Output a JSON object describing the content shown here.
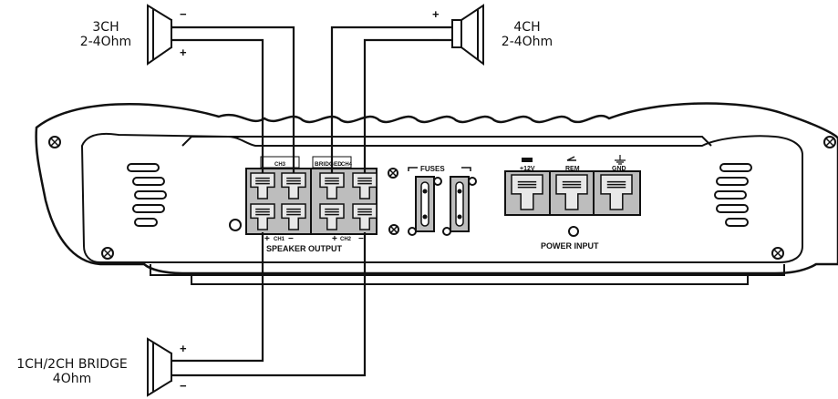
{
  "speakers": {
    "ch3": {
      "name": "3CH",
      "impedance": "2-4Ohm",
      "pos_sign": "+",
      "neg_sign": "−"
    },
    "ch4": {
      "name": "4CH",
      "impedance": "2-4Ohm",
      "pos_sign": "+",
      "neg_sign": "−"
    },
    "bridge": {
      "name": "1CH/2CH BRIDGE",
      "impedance": "4Ohm",
      "pos_sign": "+",
      "neg_sign": "−"
    }
  },
  "speaker_output": {
    "title": "SPEAKER OUTPUT",
    "bridged_label": "BRIDGED",
    "ch_top_left": "CH3",
    "ch_top_right": "CH4",
    "ch_bottom_left": "CH1",
    "ch_bottom_right": "CH2",
    "plus": "+",
    "minus": "−"
  },
  "fuses": {
    "label": "FUSES"
  },
  "power_input": {
    "title": "POWER INPUT",
    "terminals": [
      "+12V",
      "REM",
      "GND"
    ]
  }
}
